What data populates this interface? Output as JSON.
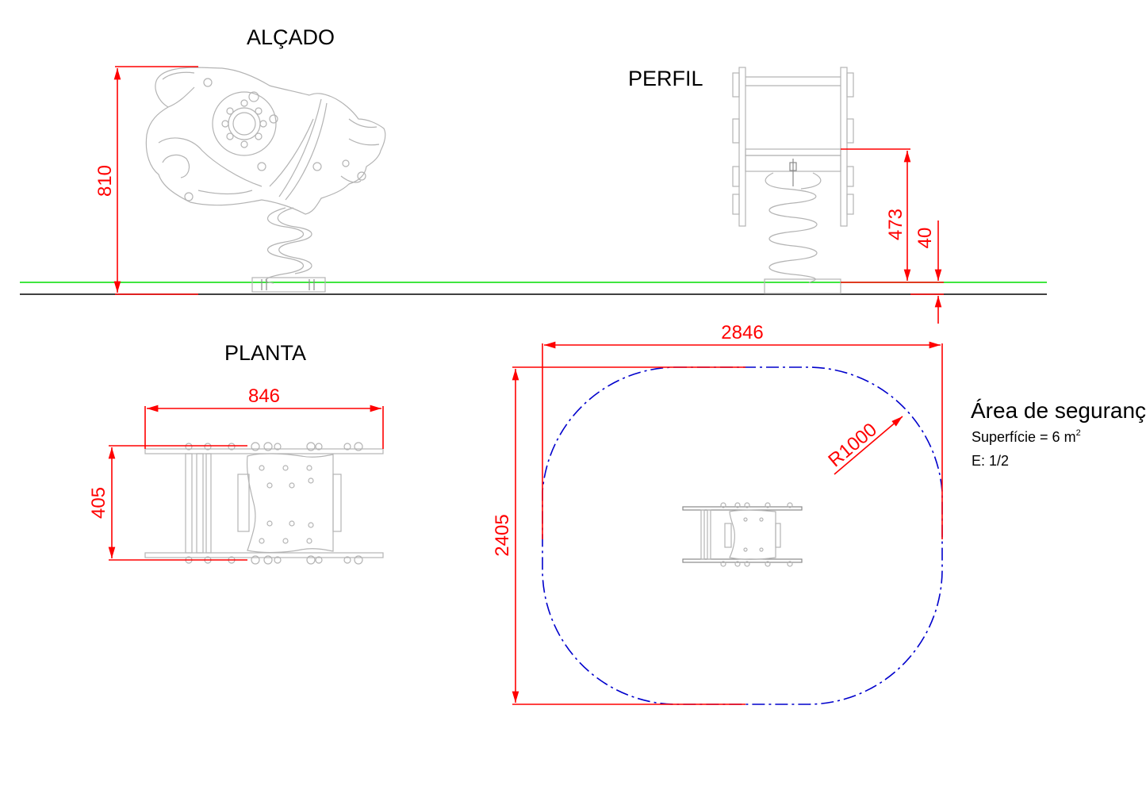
{
  "views": {
    "elevation": "ALÇADO",
    "profile": "PERFIL",
    "plan": "PLANTA"
  },
  "dimensions": {
    "elevation_height": "810",
    "profile_height": "473",
    "profile_base": "40",
    "plan_length": "846",
    "plan_width": "405",
    "area_length": "2846",
    "area_width": "2405",
    "area_radius": "R1000"
  },
  "safety_area": {
    "title": "Área de segurança",
    "surface_label": "Superfície = 6 m",
    "surface_exponent": "2",
    "scale": "E: 1/2"
  },
  "colors": {
    "dimension": "#ff0000",
    "ground_green": "#00dd00",
    "ground_black": "#000000",
    "safety_boundary": "#0000cc",
    "part_outline": "#b4b4b4"
  }
}
